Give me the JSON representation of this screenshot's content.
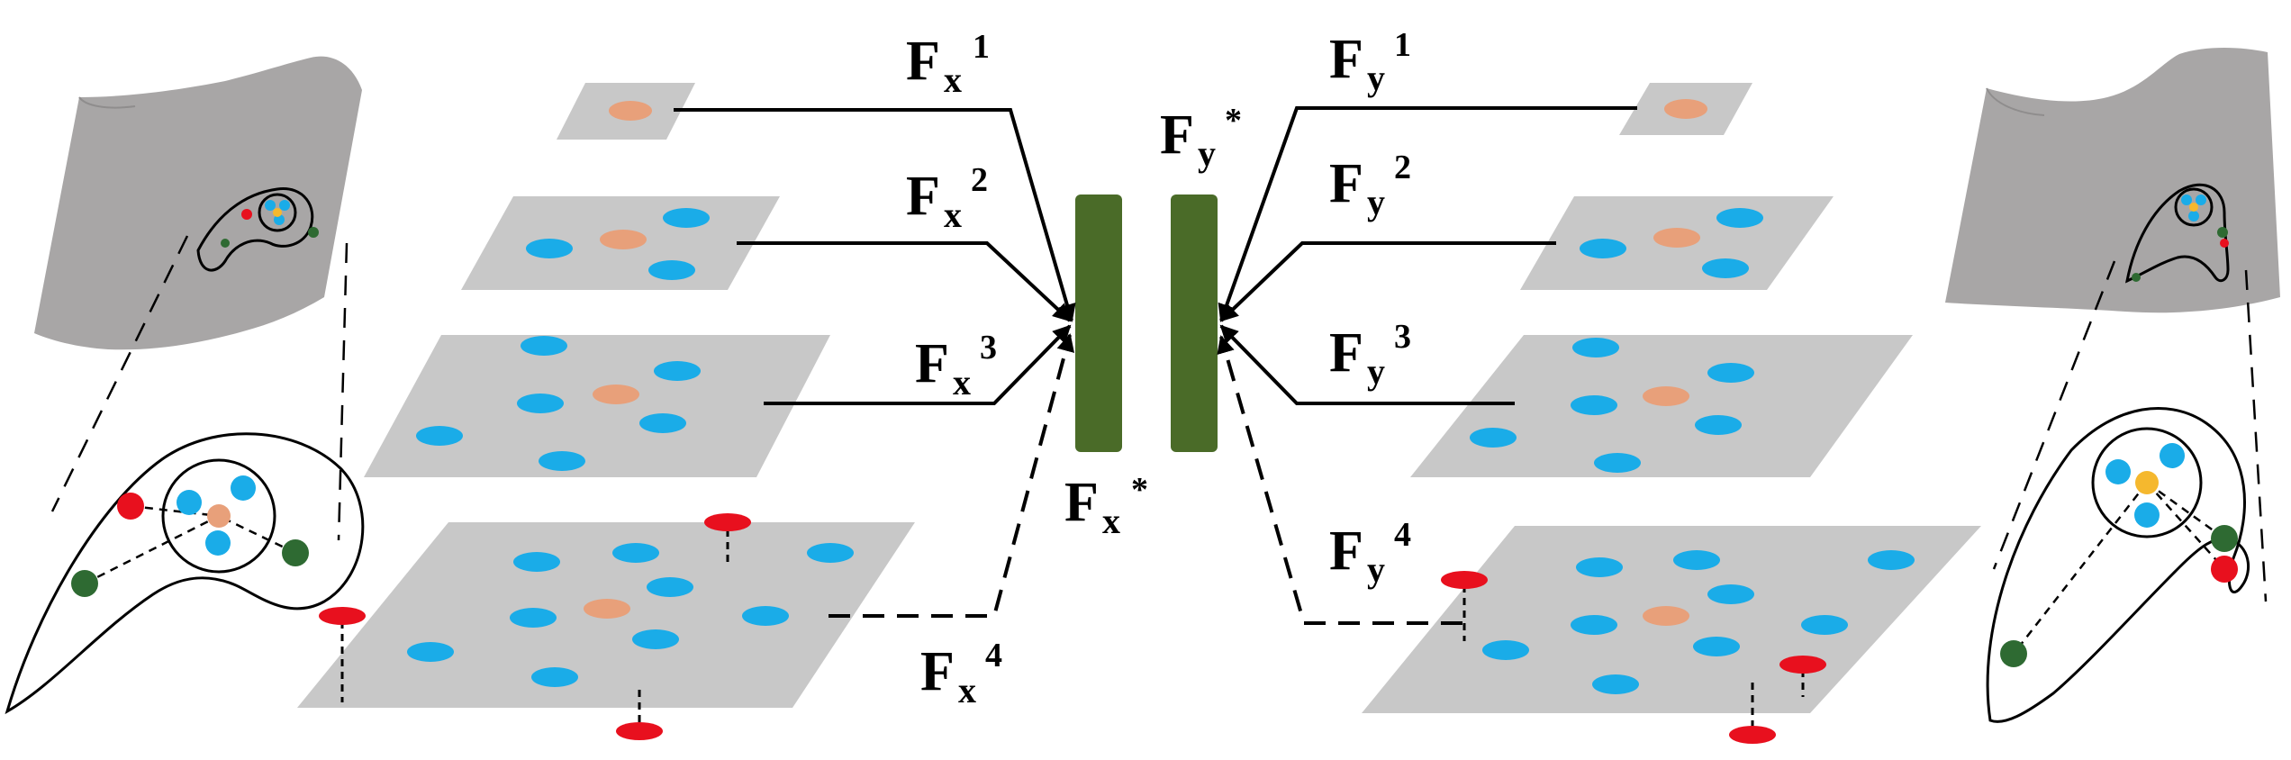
{
  "labels": {
    "fx1": {
      "main": "F",
      "sub": "x",
      "sup": "1"
    },
    "fx2": {
      "main": "F",
      "sub": "x",
      "sup": "2"
    },
    "fx3": {
      "main": "F",
      "sub": "x",
      "sup": "3"
    },
    "fx4": {
      "main": "F",
      "sub": "x",
      "sup": "4"
    },
    "fxstar": {
      "main": "F",
      "sub": "x",
      "sup": "*"
    },
    "fy1": {
      "main": "F",
      "sub": "y",
      "sup": "1"
    },
    "fy2": {
      "main": "F",
      "sub": "y",
      "sup": "2"
    },
    "fy3": {
      "main": "F",
      "sub": "y",
      "sup": "3"
    },
    "fy4": {
      "main": "F",
      "sub": "y",
      "sup": "4"
    },
    "fystar": {
      "main": "F",
      "sub": "y",
      "sup": "*"
    }
  },
  "colors": {
    "plane": "#c8c8c8",
    "surface": "#a8a6a6",
    "center_node": "#e8a07a",
    "neighbor_node": "#1aace8",
    "outlier_node": "#e8101e",
    "far_node": "#2e6a32",
    "anchor_node": "#f5b82e",
    "fusion_block": "#4a6b28",
    "line": "#000000"
  }
}
